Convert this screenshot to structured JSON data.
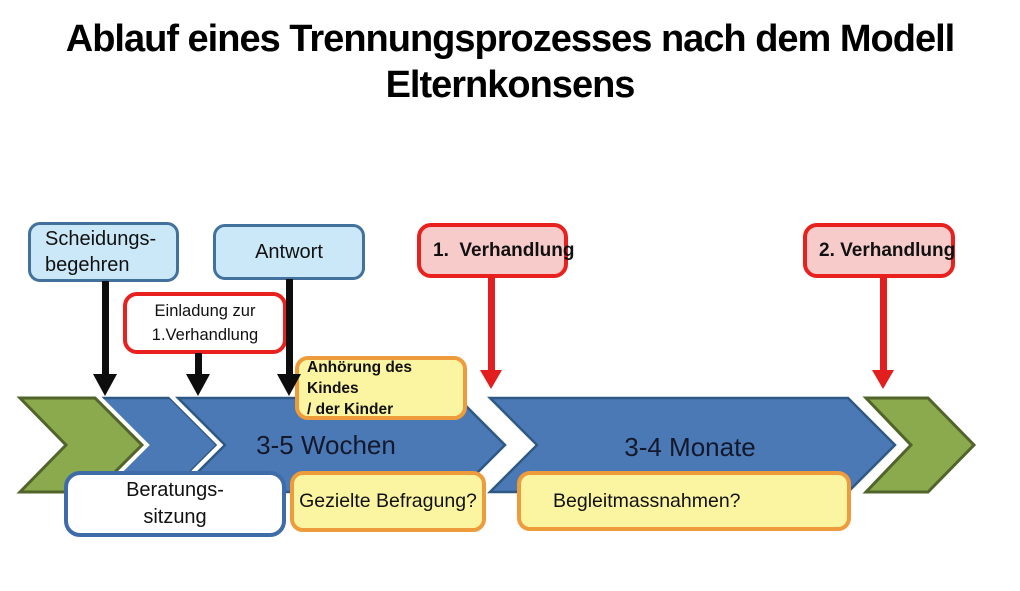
{
  "title": {
    "line1": "Ablauf eines Trennungsprozesses nach dem Modell",
    "line2": "Elternkonsens"
  },
  "boxes": {
    "scheidungsbegehren": {
      "line1": "Scheidungs-",
      "line2": "begehren"
    },
    "antwort": {
      "label": "Antwort"
    },
    "einladung": {
      "line1": "Einladung zur",
      "line2": "1.Verhandlung"
    },
    "verhandlung1": {
      "label": "1.  Verhandlung"
    },
    "verhandlung2": {
      "label": "2. Verhandlung"
    },
    "anhoerung": {
      "line1": "Anhörung des Kindes",
      "line2": "/ der Kinder"
    },
    "beratungssitzung": {
      "line1": "Beratungs-",
      "line2": "sitzung"
    },
    "gezielte_befragung": {
      "label": "Gezielte Befragung?"
    },
    "begleitmassnahmen": {
      "label": "Begleitmassnahmen?"
    }
  },
  "timeline": {
    "phase1_duration": "3-5 Wochen",
    "phase2_duration": "3-4 Monate"
  },
  "colors": {
    "light_blue_fill": "#cbe8f8",
    "blue_border": "#41719c",
    "pink_fill": "#f8cbcb",
    "red_border": "#e8201e",
    "yellow_fill": "#fbf5a2",
    "orange_border": "#ee9c3b",
    "band_blue": "#4a79b5",
    "band_green": "#8ba94d",
    "black_arrow": "#0d0d0d",
    "red_arrow": "#e31e1e"
  }
}
